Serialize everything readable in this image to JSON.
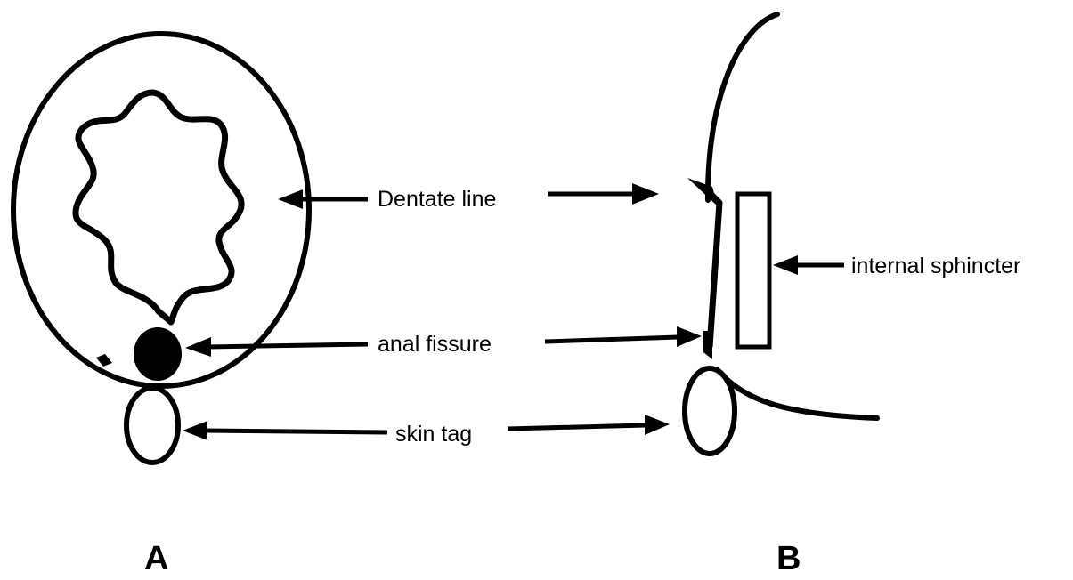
{
  "labels": {
    "dentate_line": "Dentate line",
    "internal_sphincter": "internal sphincter",
    "anal_fissure": "anal fissure",
    "skin_tag": "skin tag"
  },
  "panels": {
    "left": "A",
    "right": "B"
  },
  "colors": {
    "ink": "#000000",
    "background": "#ffffff"
  }
}
